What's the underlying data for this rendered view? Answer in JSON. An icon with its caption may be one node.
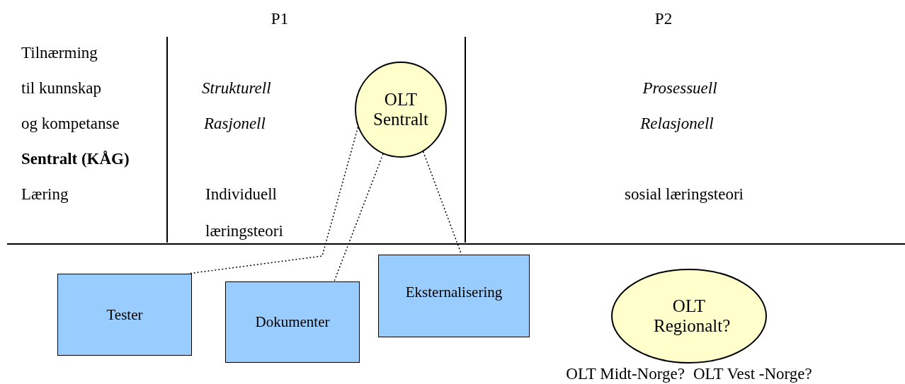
{
  "diagram": {
    "nodes": [
      {
        "text": [
          "OLT Sentralt"
        ]
      },
      {
        "text": [
          "Tester"
        ]
      },
      {
        "text": [
          "Dokumenter"
        ]
      },
      {
        "text": [
          "Eksternalisering"
        ]
      },
      {
        "text": [
          "OLT Regionalt?"
        ],
        "beside": [
          "OLT Midt-Norge?",
          "OLT Vest -Norge?"
        ]
      }
    ],
    "edges": [
      {
        "from": 0,
        "to": 1,
        "arrow": "none",
        "style": "dashed"
      },
      {
        "from": 0,
        "to": 2,
        "arrow": "none",
        "style": "dashed"
      },
      {
        "from": 0,
        "to": 3,
        "arrow": "none",
        "style": "dashed"
      }
    ],
    "labels": [
      "P1",
      "P2",
      "Tilnærming",
      "til kunnskap",
      "Strukturell",
      "Prosessuell",
      "og kompetanse",
      "Rasjonell",
      "Relasjonell",
      "Sentralt (KÅG)",
      "Læring",
      "Individuell læringsteori",
      "sosial læringsteori"
    ]
  }
}
